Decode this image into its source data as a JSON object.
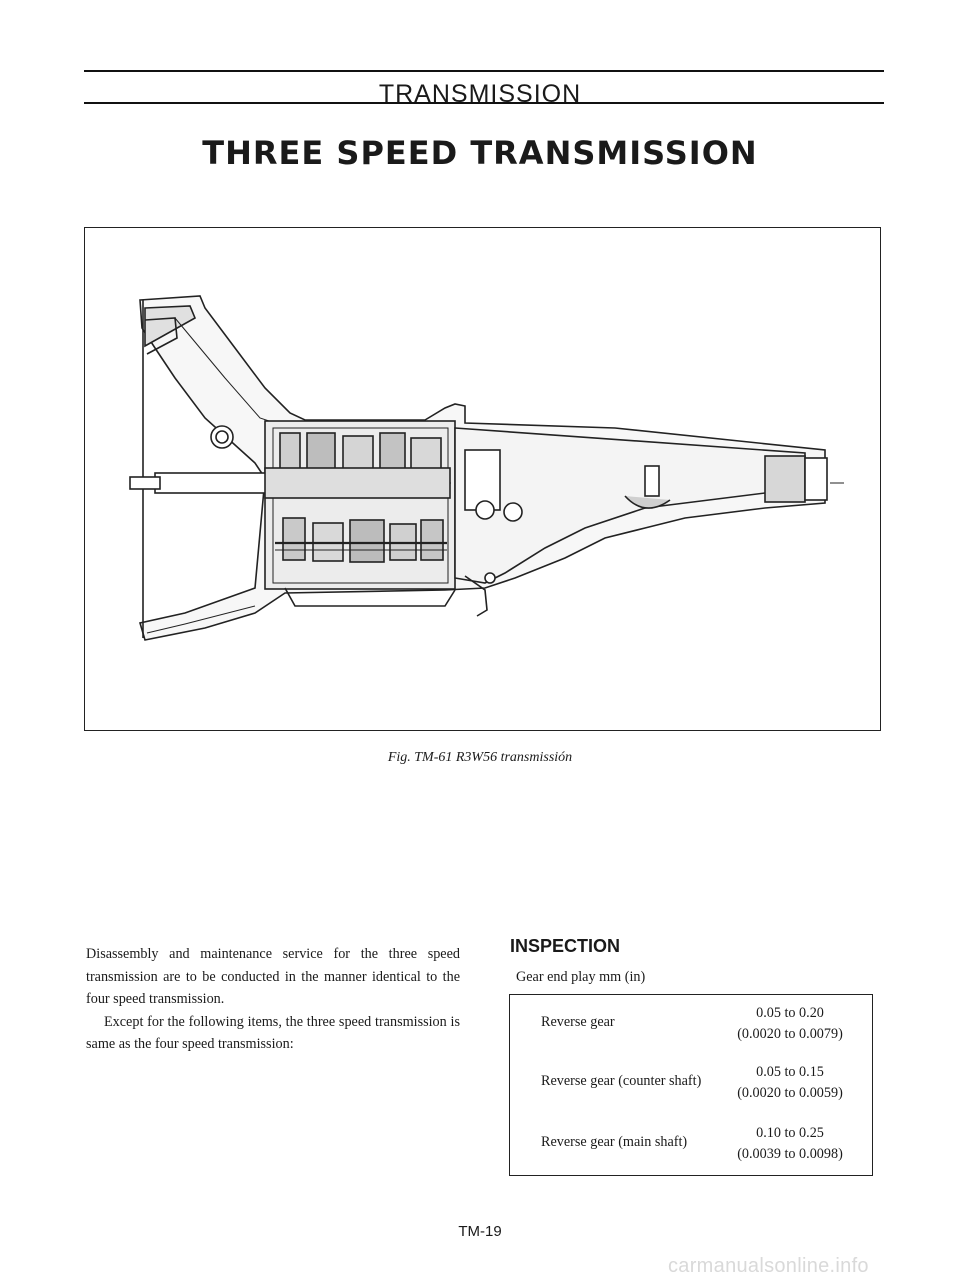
{
  "header": {
    "section": "TRANSMISSION",
    "title": "THREE SPEED TRANSMISSION"
  },
  "figure": {
    "caption": "Fig. TM-61 R3W56 transmissión"
  },
  "body": {
    "paragraph1": "Disassembly and maintenance service for the three speed transmission are to be conducted in the manner identical to the four speed transmission.",
    "paragraph2": "Except for the following items, the three speed transmission is same as the four speed transmission:"
  },
  "inspection": {
    "heading": "INSPECTION",
    "subheading": "Gear end play mm (in)",
    "rows": [
      {
        "label": "Reverse gear",
        "metric": "0.05 to 0.20",
        "imperial": "(0.0020 to 0.0079)"
      },
      {
        "label": "Reverse gear (counter shaft)",
        "metric": "0.05 to 0.15",
        "imperial": "(0.0020 to 0.0059)"
      },
      {
        "label": "Reverse gear (main shaft)",
        "metric": "0.10 to 0.25",
        "imperial": "(0.0039 to 0.0098)"
      }
    ]
  },
  "footer": {
    "page_number": "TM-19",
    "watermark": "carmanualsonline.info"
  }
}
